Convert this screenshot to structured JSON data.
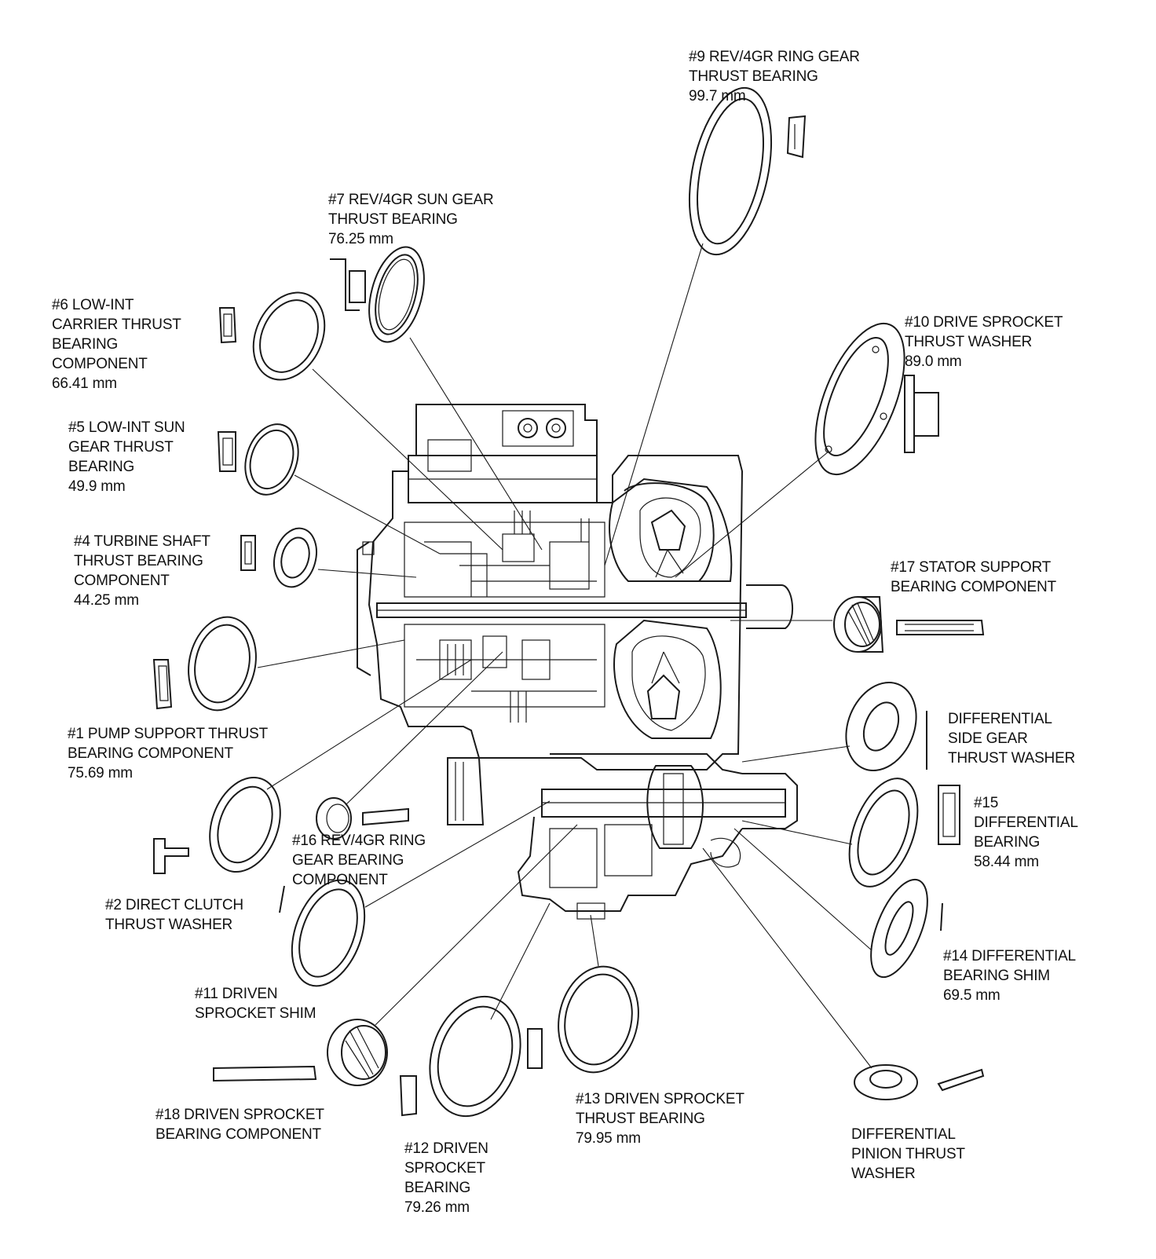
{
  "labels": {
    "p9": {
      "name": "#9 REV/4GR RING GEAR",
      "desc": "THRUST BEARING",
      "size": "99.7 mm"
    },
    "p7": {
      "name": "#7 REV/4GR SUN GEAR",
      "desc": "THRUST BEARING",
      "size": "76.25 mm"
    },
    "p6": {
      "name": "#6 LOW-INT",
      "desc1": "CARRIER THRUST",
      "desc2": "BEARING",
      "desc3": "COMPONENT",
      "size": "66.41 mm"
    },
    "p10": {
      "name": "#10 DRIVE SPROCKET",
      "desc": "THRUST WASHER",
      "size": "89.0 mm"
    },
    "p5": {
      "name": "#5 LOW-INT SUN",
      "desc1": "GEAR THRUST",
      "desc2": "BEARING",
      "size": "49.9 mm"
    },
    "p4": {
      "name": "#4 TURBINE SHAFT",
      "desc1": "THRUST BEARING",
      "desc2": "COMPONENT",
      "size": "44.25 mm"
    },
    "p17": {
      "name": "#17 STATOR SUPPORT",
      "desc": "BEARING COMPONENT"
    },
    "p1": {
      "name": "#1 PUMP SUPPORT THRUST",
      "desc": "BEARING COMPONENT",
      "size": "75.69 mm"
    },
    "pdiffside": {
      "l1": "DIFFERENTIAL",
      "l2": "SIDE GEAR",
      "l3": "THRUST WASHER"
    },
    "p15": {
      "l1": "#15",
      "l2": "DIFFERENTIAL",
      "l3": "BEARING",
      "size": "58.44 mm"
    },
    "p16": {
      "name": "#16 REV/4GR RING",
      "desc1": "GEAR BEARING",
      "desc2": "COMPONENT"
    },
    "p2": {
      "name": "#2 DIRECT CLUTCH",
      "desc": "THRUST WASHER"
    },
    "p14": {
      "name": "#14 DIFFERENTIAL",
      "desc": "BEARING SHIM",
      "size": "69.5 mm"
    },
    "p11": {
      "name": "#11 DRIVEN",
      "desc": "SPROCKET SHIM"
    },
    "p18": {
      "name": "#18 DRIVEN SPROCKET",
      "desc": "BEARING COMPONENT"
    },
    "p13": {
      "name": "#13 DRIVEN SPROCKET",
      "desc": "THRUST BEARING",
      "size": "79.95 mm"
    },
    "p12": {
      "l1": "#12 DRIVEN",
      "l2": "SPROCKET",
      "l3": "BEARING",
      "size": "79.26 mm"
    },
    "pdiffpin": {
      "l1": "DIFFERENTIAL",
      "l2": "PINION THRUST",
      "l3": "WASHER"
    }
  }
}
